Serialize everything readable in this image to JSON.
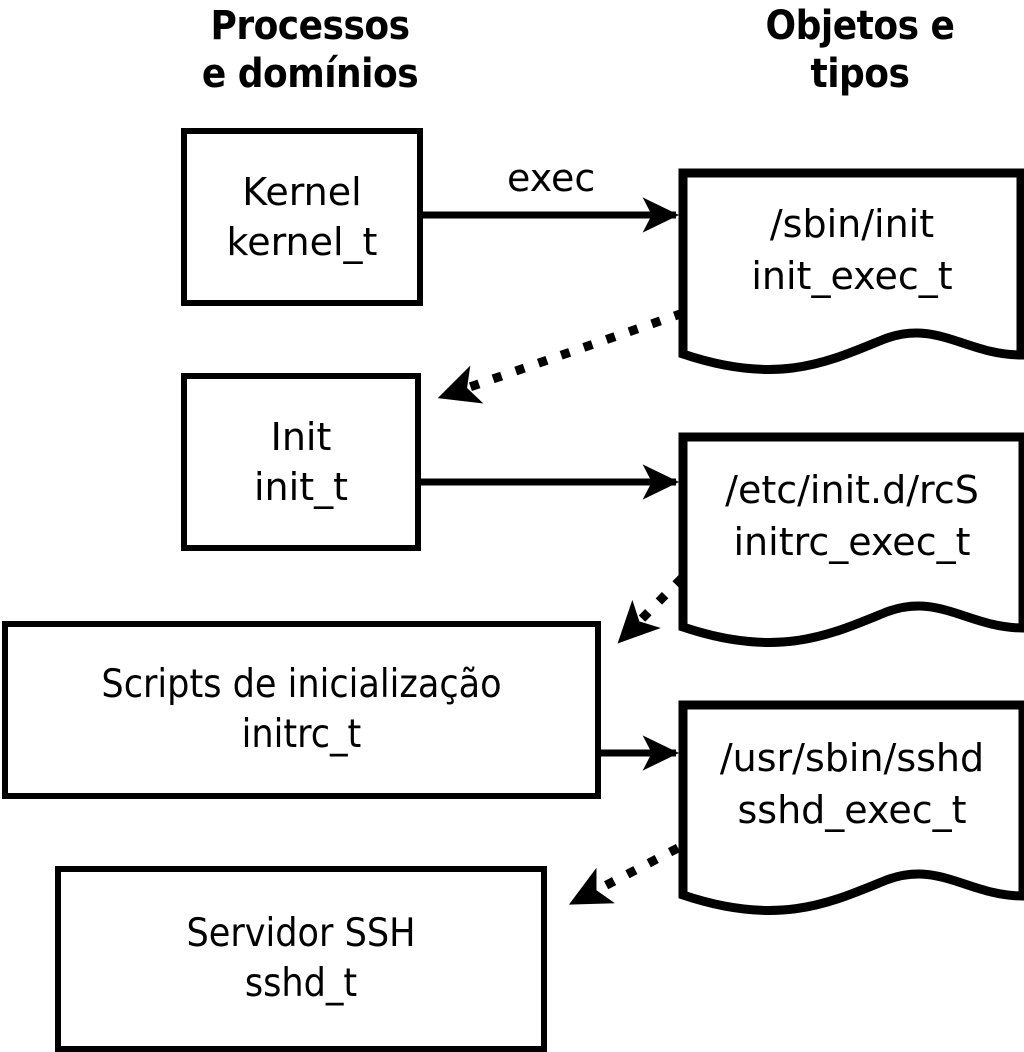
{
  "diagram": {
    "title_left": "Processos\ne domínios",
    "headers": {
      "left_line1": "Processos",
      "left_line2": "e domínios",
      "right_line1": "Objetos e",
      "right_line2": "tipos"
    },
    "colors": {
      "stroke": "#000000",
      "fill": "#ffffff",
      "background": "#ffffff"
    },
    "process_nodes": [
      {
        "id": "kernel",
        "label": "Kernel",
        "type": "kernel_t"
      },
      {
        "id": "init",
        "label": "Init",
        "type": "init_t"
      },
      {
        "id": "initrc",
        "label": "Scripts de inicialização",
        "type": "initrc_t"
      },
      {
        "id": "sshd",
        "label": "Servidor SSH",
        "type": "sshd_t"
      }
    ],
    "object_nodes": [
      {
        "id": "init_exec",
        "path": "/sbin/init",
        "type": "init_exec_t"
      },
      {
        "id": "initrc_exec",
        "path": "/etc/init.d/rcS",
        "type": "initrc_exec_t"
      },
      {
        "id": "sshd_exec",
        "path": "/usr/sbin/sshd",
        "type": "sshd_exec_t"
      }
    ],
    "edges": [
      {
        "from": "kernel",
        "to": "init_exec",
        "label": "exec",
        "style": "solid"
      },
      {
        "from": "init_exec",
        "to": "init",
        "label": "",
        "style": "dotted"
      },
      {
        "from": "init",
        "to": "initrc_exec",
        "label": "",
        "style": "solid"
      },
      {
        "from": "initrc_exec",
        "to": "initrc",
        "label": "",
        "style": "dotted"
      },
      {
        "from": "initrc",
        "to": "sshd_exec",
        "label": "",
        "style": "solid"
      },
      {
        "from": "sshd_exec",
        "to": "sshd",
        "label": "",
        "style": "dotted"
      }
    ],
    "edge_labels": {
      "exec": "exec"
    }
  }
}
